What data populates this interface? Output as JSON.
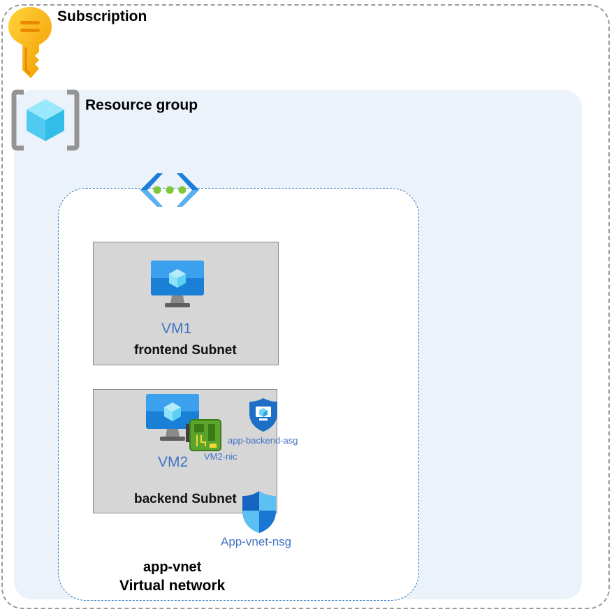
{
  "subscription": {
    "title": "Subscription",
    "icon": "key-icon"
  },
  "resource_group": {
    "title": "Resource group",
    "icon": "resource-group-icon"
  },
  "virtual_network": {
    "name": "app-vnet",
    "type_label": "Virtual network",
    "icon": "virtual-network-icon"
  },
  "subnets": [
    {
      "label": "frontend Subnet",
      "vm": {
        "name": "VM1",
        "icon": "virtual-machine-icon"
      }
    },
    {
      "label": "backend Subnet",
      "vm": {
        "name": "VM2",
        "icon": "virtual-machine-icon"
      },
      "nic": {
        "name": "VM2-nic",
        "icon": "network-interface-icon"
      },
      "asg": {
        "name": "app-backend-asg",
        "icon": "application-security-group-icon"
      }
    }
  ],
  "nsg": {
    "name": "App-vnet-nsg",
    "icon": "network-security-group-icon"
  },
  "colors": {
    "label_blue": "#4472c4",
    "vnet_border": "#2d7bc1",
    "rg_background": "#ecf2fa",
    "subnet_fill": "#d6d6d6",
    "key_gold": "#f5b800"
  }
}
